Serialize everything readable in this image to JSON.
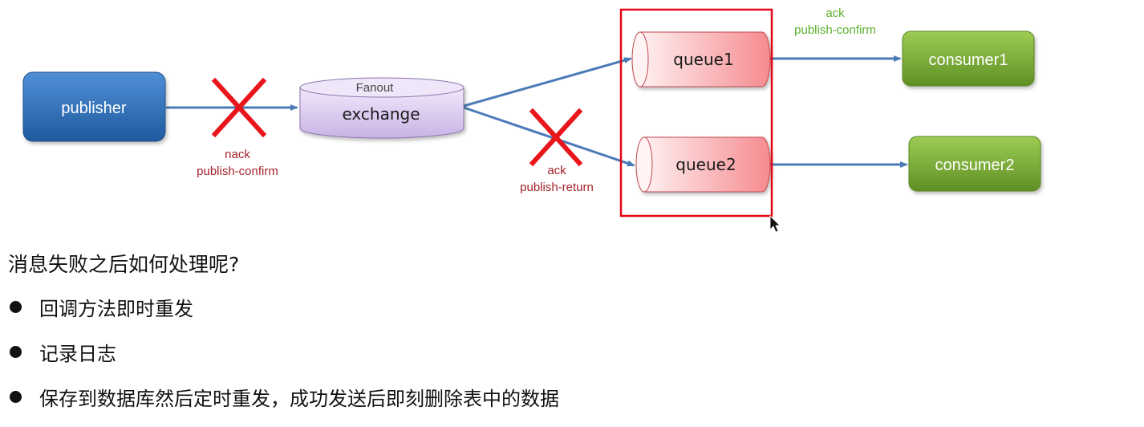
{
  "diagram": {
    "publisher": "publisher",
    "exchange_type": "Fanout",
    "exchange": "exchange",
    "queue1": "queue1",
    "queue2": "queue2",
    "consumer1": "consumer1",
    "consumer2": "consumer2",
    "fail1": {
      "line1": "nack",
      "line2": "publish-confirm"
    },
    "fail2": {
      "line1": "ack",
      "line2": "publish-return"
    },
    "success": {
      "line1": "ack",
      "line2": "publish-confirm"
    }
  },
  "colors": {
    "publisher": "#2f6db5",
    "exchange": "#d9c9ee",
    "queue": "#f9a3a6",
    "consumer": "#7aab3a",
    "arrow": "#4a7bb7",
    "fail_mark": "#e8151b",
    "highlight_box": "#e30613",
    "fail_label": "#a3242a",
    "success_label": "#5aae2d"
  },
  "notes": {
    "question": "消息失败之后如何处理呢?",
    "items": [
      {
        "text": "回调方法即时重发"
      },
      {
        "text": "记录日志"
      },
      {
        "text": "保存到数据库然后定时重发，成功发送后即刻删除表中的数据"
      }
    ]
  }
}
